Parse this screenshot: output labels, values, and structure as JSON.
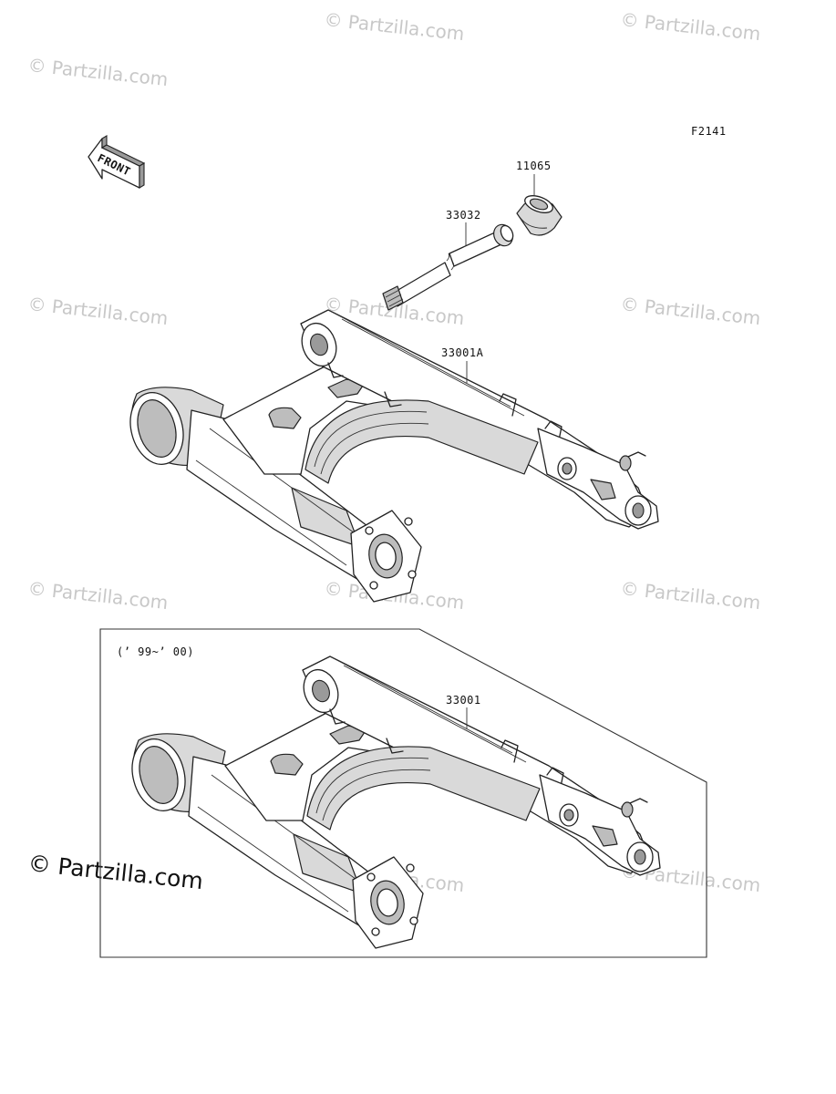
{
  "diagram": {
    "figure_code": "F2141",
    "front_indicator": "FRONT",
    "callouts": {
      "bushing": "11065",
      "pivot_shaft": "33032",
      "swingarm_a": "33001A",
      "swingarm": "33001"
    },
    "variant_box_label": "(’ 99~’ 00)",
    "watermark": "© Partzilla.com",
    "watermark_corner": "© Partzilla.com",
    "colors": {
      "line": "#222222",
      "watermark": "#c8c8c8"
    }
  }
}
